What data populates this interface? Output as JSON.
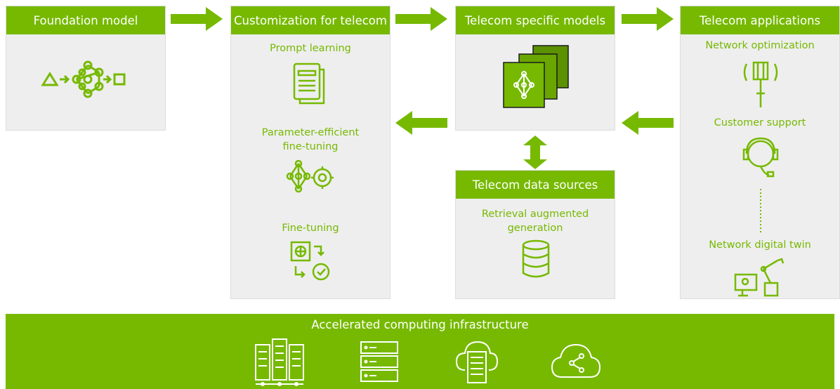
{
  "foundation": {
    "title": "Foundation model"
  },
  "customization": {
    "title": "Customization for telecom",
    "items": [
      "Prompt learning",
      "Parameter-efficient",
      "fine-tuning",
      "Fine-tuning"
    ]
  },
  "models": {
    "title": "Telecom specific models"
  },
  "data_sources": {
    "title": "Telecom data sources",
    "lines": [
      "Retrieval augmented",
      "generation"
    ]
  },
  "applications": {
    "title": "Telecom applications",
    "items": [
      "Network optimization",
      "Customer support",
      "Network digital twin"
    ]
  },
  "infrastructure": {
    "title": "Accelerated computing infrastructure"
  },
  "colors": {
    "accent": "#76b900",
    "panel": "#eeeeee"
  },
  "icons": [
    "neural-network-icon",
    "document-icon",
    "network-gear-icon",
    "fine-tune-icon",
    "model-stack-icon",
    "database-icon",
    "cell-tower-icon",
    "headset-icon",
    "robot-arm-icon",
    "server-rack-icon",
    "server-icon",
    "cloud-server-icon",
    "cloud-network-icon"
  ]
}
